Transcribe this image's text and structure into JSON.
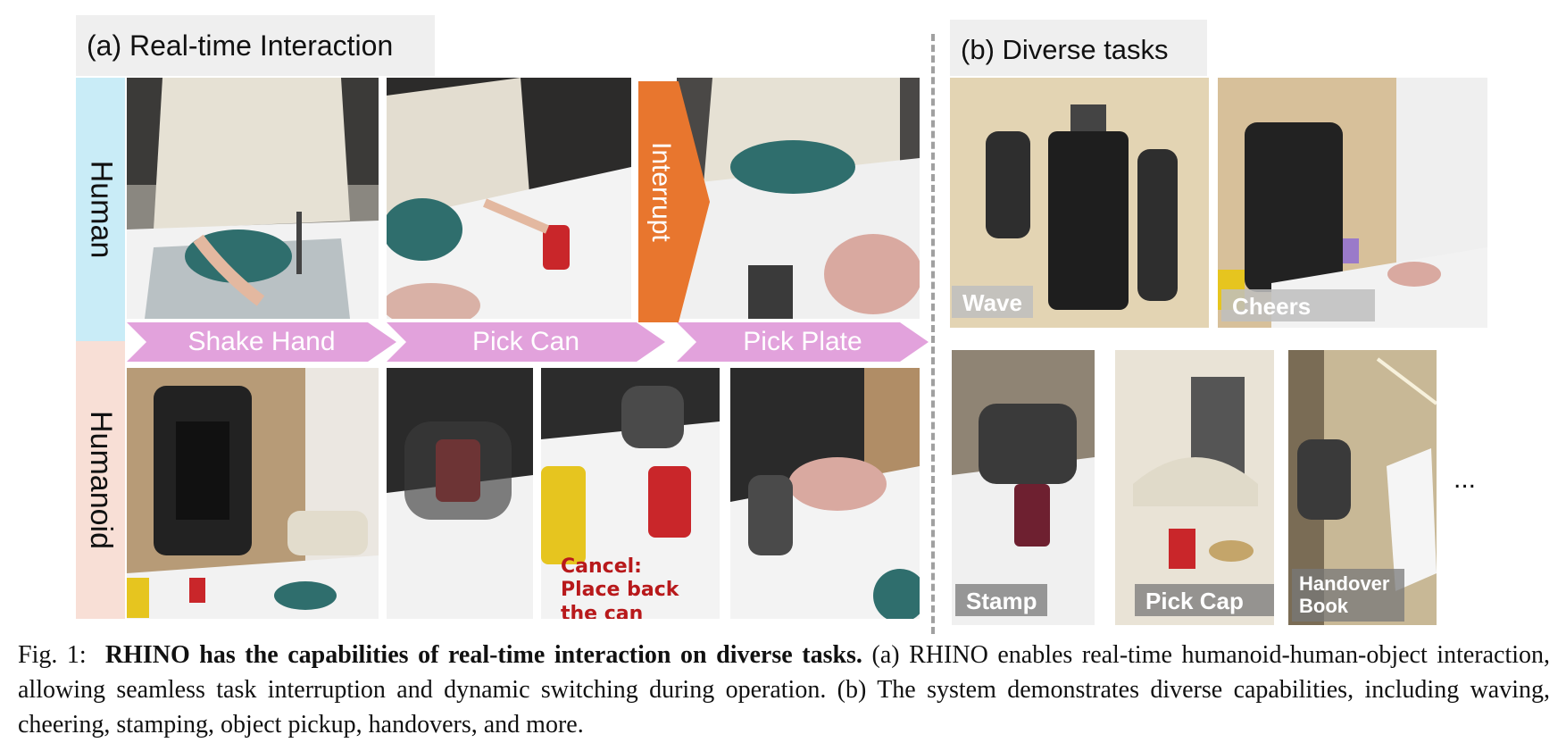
{
  "panel_a": {
    "title": "(a) Real-time Interaction",
    "row_human": "Human",
    "row_humanoid": "Humanoid",
    "interrupt": "Interrupt",
    "arrows": [
      "Shake Hand",
      "Pick Can",
      "Pick Plate"
    ],
    "cancel_note": "Cancel: Place back the can"
  },
  "panel_b": {
    "title": "(b) Diverse tasks",
    "tasks": [
      "Wave",
      "Cheers",
      "Stamp",
      "Pick Cap",
      "Handover Book"
    ],
    "ellipsis": "..."
  },
  "caption": {
    "label": "Fig. 1:",
    "bold": "RHINO has the capabilities of real-time interaction on diverse tasks.",
    "text": "(a) RHINO enables real-time humanoid-human-object interaction, allowing seamless task interruption and dynamic switching during operation. (b) The system demonstrates diverse capabilities, including waving, cheering, stamping, object pickup, handovers, and more."
  },
  "colors": {
    "human_row": "#c9ecf7",
    "humanoid_row": "#f8dfd6",
    "arrow_pink": "#e2a2dc",
    "interrupt_orange": "#e8762e",
    "cancel_red": "#b8191b"
  }
}
